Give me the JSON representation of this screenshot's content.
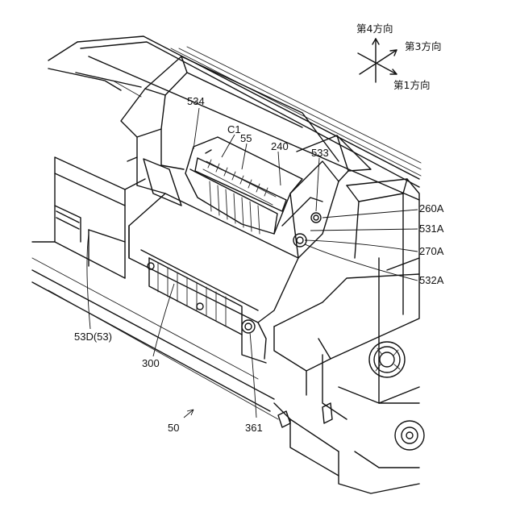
{
  "axes": {
    "dir4": "第4方向",
    "dir3": "第3方向",
    "dir1": "第1方向"
  },
  "labels": {
    "l534": "534",
    "lC1": "C1",
    "l55": "55",
    "l240": "240",
    "l533": "533",
    "l260A": "260A",
    "l531A": "531A",
    "l270A": "270A",
    "l532A": "532A",
    "l53D": "53D(53)",
    "l300": "300",
    "l50": "50",
    "l361": "361"
  }
}
